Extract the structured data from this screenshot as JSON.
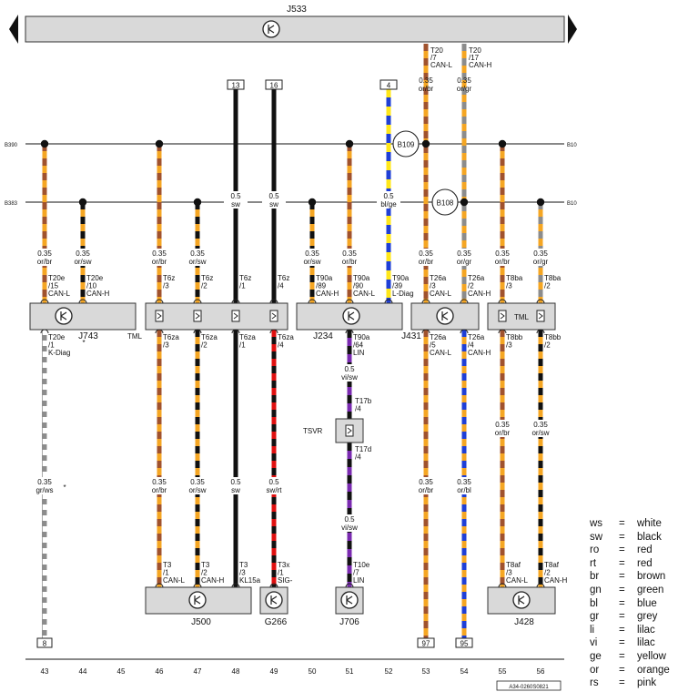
{
  "bus": {
    "label": "J533"
  },
  "rails": {
    "top_label": "B390",
    "bottom_label": "B383",
    "top_right": "B10",
    "bottom_right": "B10"
  },
  "splices": {
    "b109": "B109",
    "b108": "B108"
  },
  "top_pins": {
    "a": "13",
    "b": "16",
    "c": "4"
  },
  "gateway_pins": [
    {
      "id": "t53",
      "lines": [
        "T20",
        "/7",
        "CAN-L"
      ],
      "wire": [
        "0.35",
        "or/br"
      ]
    },
    {
      "id": "t54",
      "lines": [
        "T20",
        "/17",
        "CAN-H"
      ],
      "wire": [
        "0.35",
        "or/gr"
      ]
    }
  ],
  "wire_labels": [
    {
      "id": "w43a",
      "lines": [
        "0.35",
        "or/br"
      ]
    },
    {
      "id": "w44a",
      "lines": [
        "0.35",
        "or/sw"
      ]
    },
    {
      "id": "w46a",
      "lines": [
        "0.35",
        "or/br"
      ]
    },
    {
      "id": "w47a",
      "lines": [
        "0.35",
        "or/sw"
      ]
    },
    {
      "id": "w48a",
      "lines": [
        "0.5",
        "sw"
      ]
    },
    {
      "id": "w49a",
      "lines": [
        "0.5",
        "sw"
      ]
    },
    {
      "id": "w50a",
      "lines": [
        "0.35",
        "or/sw"
      ]
    },
    {
      "id": "w51a",
      "lines": [
        "0.35",
        "or/br"
      ]
    },
    {
      "id": "w52a",
      "lines": [
        "0.5",
        "bl/ge"
      ]
    },
    {
      "id": "w53a",
      "lines": [
        "0.35",
        "or/br"
      ]
    },
    {
      "id": "w54a",
      "lines": [
        "0.35",
        "or/gr"
      ]
    },
    {
      "id": "w55a",
      "lines": [
        "0.35",
        "or/br"
      ]
    },
    {
      "id": "w56a",
      "lines": [
        "0.35",
        "or/gr"
      ]
    },
    {
      "id": "w51b",
      "lines": [
        "0.5",
        "vi/sw"
      ]
    },
    {
      "id": "w51c",
      "lines": [
        "0.5",
        "vi/sw"
      ]
    },
    {
      "id": "w55b",
      "lines": [
        "0.35",
        "or/br"
      ]
    },
    {
      "id": "w56b",
      "lines": [
        "0.35",
        "or/sw"
      ]
    },
    {
      "id": "w43b",
      "lines": [
        "0.35",
        "gr/ws"
      ]
    },
    {
      "id": "w46b",
      "lines": [
        "0.35",
        "or/br"
      ]
    },
    {
      "id": "w47b",
      "lines": [
        "0.35",
        "or/sw"
      ]
    },
    {
      "id": "w48b",
      "lines": [
        "0.5",
        "sw"
      ]
    },
    {
      "id": "w49b",
      "lines": [
        "0.5",
        "sw/rt"
      ]
    },
    {
      "id": "w53b",
      "lines": [
        "0.35",
        "or/br"
      ]
    },
    {
      "id": "w54b",
      "lines": [
        "0.35",
        "or/bl"
      ]
    }
  ],
  "upper_pins": [
    {
      "id": "p43",
      "lines": [
        "T20e",
        "/15",
        "CAN-L"
      ]
    },
    {
      "id": "p44",
      "lines": [
        "T20e",
        "/10",
        "CAN-H"
      ]
    },
    {
      "id": "p46",
      "lines": [
        "T6z",
        "/3"
      ]
    },
    {
      "id": "p47",
      "lines": [
        "T6z",
        "/2"
      ]
    },
    {
      "id": "p48",
      "lines": [
        "T6z",
        "/1"
      ]
    },
    {
      "id": "p49",
      "lines": [
        "T6z",
        "/4"
      ]
    },
    {
      "id": "p50",
      "lines": [
        "T90a",
        "/89",
        "CAN-H"
      ]
    },
    {
      "id": "p51",
      "lines": [
        "T90a",
        "/90",
        "CAN-L"
      ]
    },
    {
      "id": "p52",
      "lines": [
        "T90a",
        "/39",
        "L-Diag"
      ]
    },
    {
      "id": "p53",
      "lines": [
        "T26a",
        "/3",
        "CAN-L"
      ]
    },
    {
      "id": "p54",
      "lines": [
        "T26a",
        "/2",
        "CAN-H"
      ]
    },
    {
      "id": "p55",
      "lines": [
        "T8ba",
        "/3"
      ]
    },
    {
      "id": "p56",
      "lines": [
        "T8ba",
        "/2"
      ]
    }
  ],
  "lower_pins": [
    {
      "id": "q43",
      "lines": [
        "T20e",
        "/1",
        "K-Diag"
      ]
    },
    {
      "id": "q46",
      "lines": [
        "T6za",
        "/3"
      ]
    },
    {
      "id": "q47",
      "lines": [
        "T6za",
        "/2"
      ]
    },
    {
      "id": "q48",
      "lines": [
        "T6za",
        "/1"
      ]
    },
    {
      "id": "q49",
      "lines": [
        "T6za",
        "/4"
      ]
    },
    {
      "id": "q51",
      "lines": [
        "T90a",
        "/64",
        "LIN"
      ]
    },
    {
      "id": "q53",
      "lines": [
        "T26a",
        "/5",
        "CAN-L"
      ]
    },
    {
      "id": "q54",
      "lines": [
        "T26a",
        "/4",
        "CAN-H"
      ]
    },
    {
      "id": "q55",
      "lines": [
        "T8bb",
        "/3"
      ]
    },
    {
      "id": "q56",
      "lines": [
        "T8bb",
        "/2"
      ]
    },
    {
      "id": "r51a",
      "lines": [
        "T17b",
        "/4"
      ]
    },
    {
      "id": "r51b",
      "lines": [
        "T17d",
        "/4"
      ]
    }
  ],
  "bottom_pins": [
    {
      "id": "b46",
      "lines": [
        "T3",
        "/1",
        "CAN-L"
      ]
    },
    {
      "id": "b47",
      "lines": [
        "T3",
        "/2",
        "CAN-H"
      ]
    },
    {
      "id": "b48",
      "lines": [
        "T3",
        "/3",
        "KL15a"
      ]
    },
    {
      "id": "b49",
      "lines": [
        "T3x",
        "/1",
        "SIG-"
      ]
    },
    {
      "id": "b51",
      "lines": [
        "T10e",
        "/7",
        "LIN"
      ]
    },
    {
      "id": "b55",
      "lines": [
        "T8af",
        "/3",
        "CAN-L"
      ]
    },
    {
      "id": "b56",
      "lines": [
        "T8af",
        "/2",
        "CAN-H"
      ]
    }
  ],
  "components": {
    "j743": "J743",
    "j234": "J234",
    "j431": "J431",
    "tml_left": "TML",
    "tml_right": "TML",
    "tsvr": "TSVR",
    "j500": "J500",
    "g266": "G266",
    "j706": "J706",
    "j428": "J428"
  },
  "end_pins": {
    "p43": "8",
    "p53": "97",
    "p54": "95"
  },
  "columns": [
    "43",
    "44",
    "45",
    "46",
    "47",
    "48",
    "49",
    "50",
    "51",
    "52",
    "53",
    "54",
    "55",
    "56"
  ],
  "drawing_no": "A34-0260S0821",
  "legend": [
    {
      "code": "ws",
      "name": "white"
    },
    {
      "code": "sw",
      "name": "black"
    },
    {
      "code": "ro",
      "name": "red"
    },
    {
      "code": "rt",
      "name": "red"
    },
    {
      "code": "br",
      "name": "brown"
    },
    {
      "code": "gn",
      "name": "green"
    },
    {
      "code": "bl",
      "name": "blue"
    },
    {
      "code": "gr",
      "name": "grey"
    },
    {
      "code": "li",
      "name": "lilac"
    },
    {
      "code": "vi",
      "name": "lilac"
    },
    {
      "code": "ge",
      "name": "yellow"
    },
    {
      "code": "or",
      "name": "orange"
    },
    {
      "code": "rs",
      "name": "pink"
    }
  ],
  "legend_eq": "=",
  "colors": {
    "orange": "#f5a623",
    "brown": "#a0522d",
    "black": "#111111",
    "grey": "#8c8c8c",
    "blue": "#1f3fd6",
    "yellow": "#ffe71a",
    "violet": "#7a2bb0",
    "red": "#e01010",
    "white": "#ffffff",
    "housing": "#d9d9d9"
  }
}
